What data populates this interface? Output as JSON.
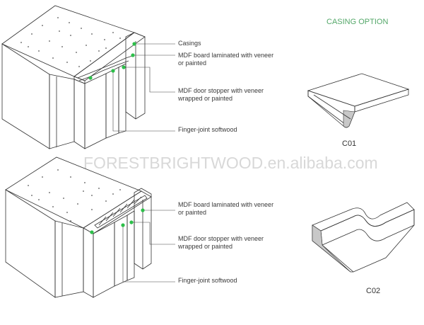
{
  "casing_option_title": "CASING OPTION",
  "watermark": "FORESTBRIGHTWOOD.en.alibaba.com",
  "diagram_top": {
    "labels": [
      "Casings",
      "MDF board laminated with veneer",
      "or painted",
      "MDF door stopper with veneer",
      "wrapped or painted",
      "Finger-joint softwood"
    ]
  },
  "diagram_bottom": {
    "labels": [
      "MDF board laminated with veneer",
      "or painted",
      "MDF door stopper with veneer",
      "wrapped or painted",
      "Finger-joint softwood"
    ]
  },
  "casings": [
    {
      "code": "C01"
    },
    {
      "code": "C02"
    }
  ],
  "colors": {
    "dot": "#2dbf4a",
    "title": "#55a86a",
    "watermark": "#d8d8d8",
    "line": "#333333"
  }
}
